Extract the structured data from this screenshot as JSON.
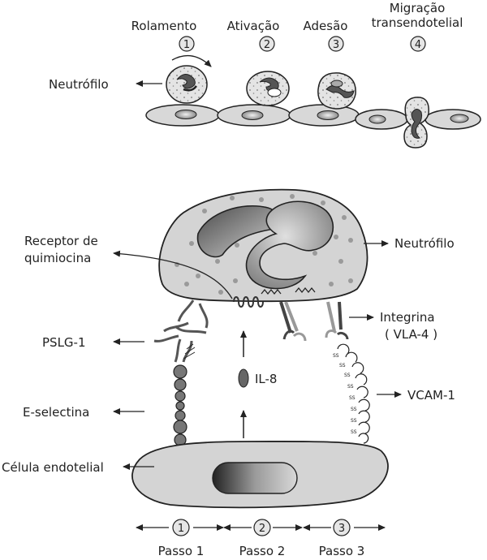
{
  "top_panel": {
    "steps": [
      {
        "name": "Rolamento",
        "num": "1"
      },
      {
        "name": "Ativação",
        "num": "2"
      },
      {
        "name": "Adesão",
        "num": "3"
      },
      {
        "name_line1": "Migração",
        "name_line2": "transendotelial",
        "num": "4"
      }
    ],
    "neutrophil_label": "Neutrófilo"
  },
  "main_panel": {
    "labels": {
      "chemokine_receptor_line1": "Receptor de",
      "chemokine_receptor_line2": "quimiocina",
      "neutrophil": "Neutrófilo",
      "integrin_line1": "Integrina",
      "integrin_line2": "( VLA-4 )",
      "pslg": "PSLG-1",
      "il8": "IL-8",
      "vcam": "VCAM-1",
      "e_selectin": "E-selectina",
      "endothelial_cell": "Célula endotelial"
    },
    "ss_bond": "SS"
  },
  "bottom_steps": [
    {
      "num": "1",
      "label": "Passo 1"
    },
    {
      "num": "2",
      "label": "Passo 2"
    },
    {
      "num": "3",
      "label": "Passo 3"
    }
  ]
}
